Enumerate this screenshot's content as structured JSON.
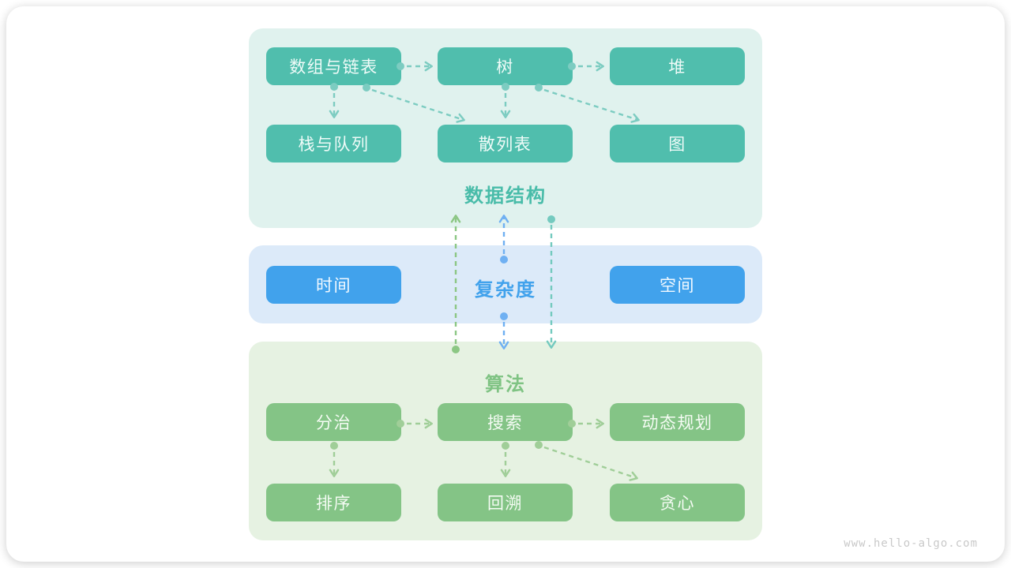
{
  "sections": {
    "data_structures": {
      "label": "数据结构",
      "nodes": [
        "数组与链表",
        "树",
        "堆",
        "栈与队列",
        "散列表",
        "图"
      ]
    },
    "complexity": {
      "label": "复杂度",
      "nodes": [
        "时间",
        "空间"
      ]
    },
    "algorithms": {
      "label": "算法",
      "nodes": [
        "分治",
        "搜索",
        "动态规划",
        "排序",
        "回溯",
        "贪心"
      ]
    }
  },
  "edges": [
    {
      "from": "数组与链表",
      "to": "树"
    },
    {
      "from": "树",
      "to": "堆"
    },
    {
      "from": "数组与链表",
      "to": "栈与队列"
    },
    {
      "from": "数组与链表",
      "to": "散列表"
    },
    {
      "from": "树",
      "to": "散列表"
    },
    {
      "from": "树",
      "to": "图"
    },
    {
      "from": "算法",
      "to": "数据结构"
    },
    {
      "from": "复杂度",
      "to": "数据结构"
    },
    {
      "from": "复杂度",
      "to": "算法"
    },
    {
      "from": "数据结构",
      "to": "算法"
    },
    {
      "from": "分治",
      "to": "搜索"
    },
    {
      "from": "搜索",
      "to": "动态规划"
    },
    {
      "from": "分治",
      "to": "排序"
    },
    {
      "from": "搜索",
      "to": "回溯"
    },
    {
      "from": "搜索",
      "to": "贪心"
    }
  ],
  "watermark": "www.hello-algo.com",
  "colors": {
    "teal_box": "#50BEAD",
    "teal_panel": "#E0F2EE",
    "teal_label": "#49BCA9",
    "blue_box": "#41A2EC",
    "blue_panel": "#DCEAF9",
    "blue_label": "#41A2EC",
    "green_box": "#84C486",
    "green_panel": "#E6F2E2",
    "green_label": "#7FC383",
    "connector_teal": "#7CCCC1",
    "connector_light_green": "#A0CE98",
    "connector_green": "#8CC784",
    "connector_blue": "#6FB0F2",
    "connector_teal_vertical": "#74CABF",
    "watermark_gray": "#C9C9C9"
  }
}
